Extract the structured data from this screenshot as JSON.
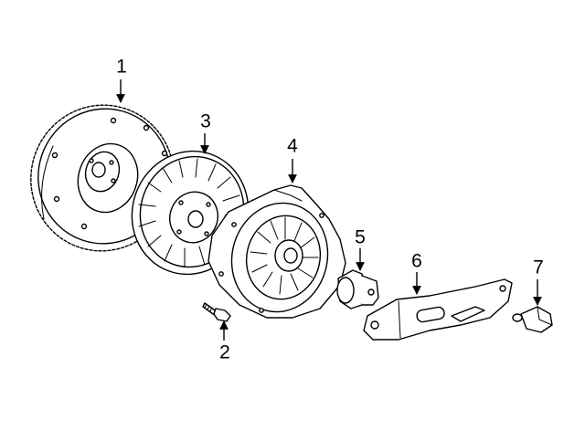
{
  "diagram": {
    "callouts": [
      {
        "id": "1",
        "label": "1",
        "part": "flywheel"
      },
      {
        "id": "2",
        "label": "2",
        "part": "bolt"
      },
      {
        "id": "3",
        "label": "3",
        "part": "clutch-disc"
      },
      {
        "id": "4",
        "label": "4",
        "part": "pressure-plate"
      },
      {
        "id": "5",
        "label": "5",
        "part": "release-bearing"
      },
      {
        "id": "6",
        "label": "6",
        "part": "release-fork"
      },
      {
        "id": "7",
        "label": "7",
        "part": "pivot"
      }
    ]
  }
}
